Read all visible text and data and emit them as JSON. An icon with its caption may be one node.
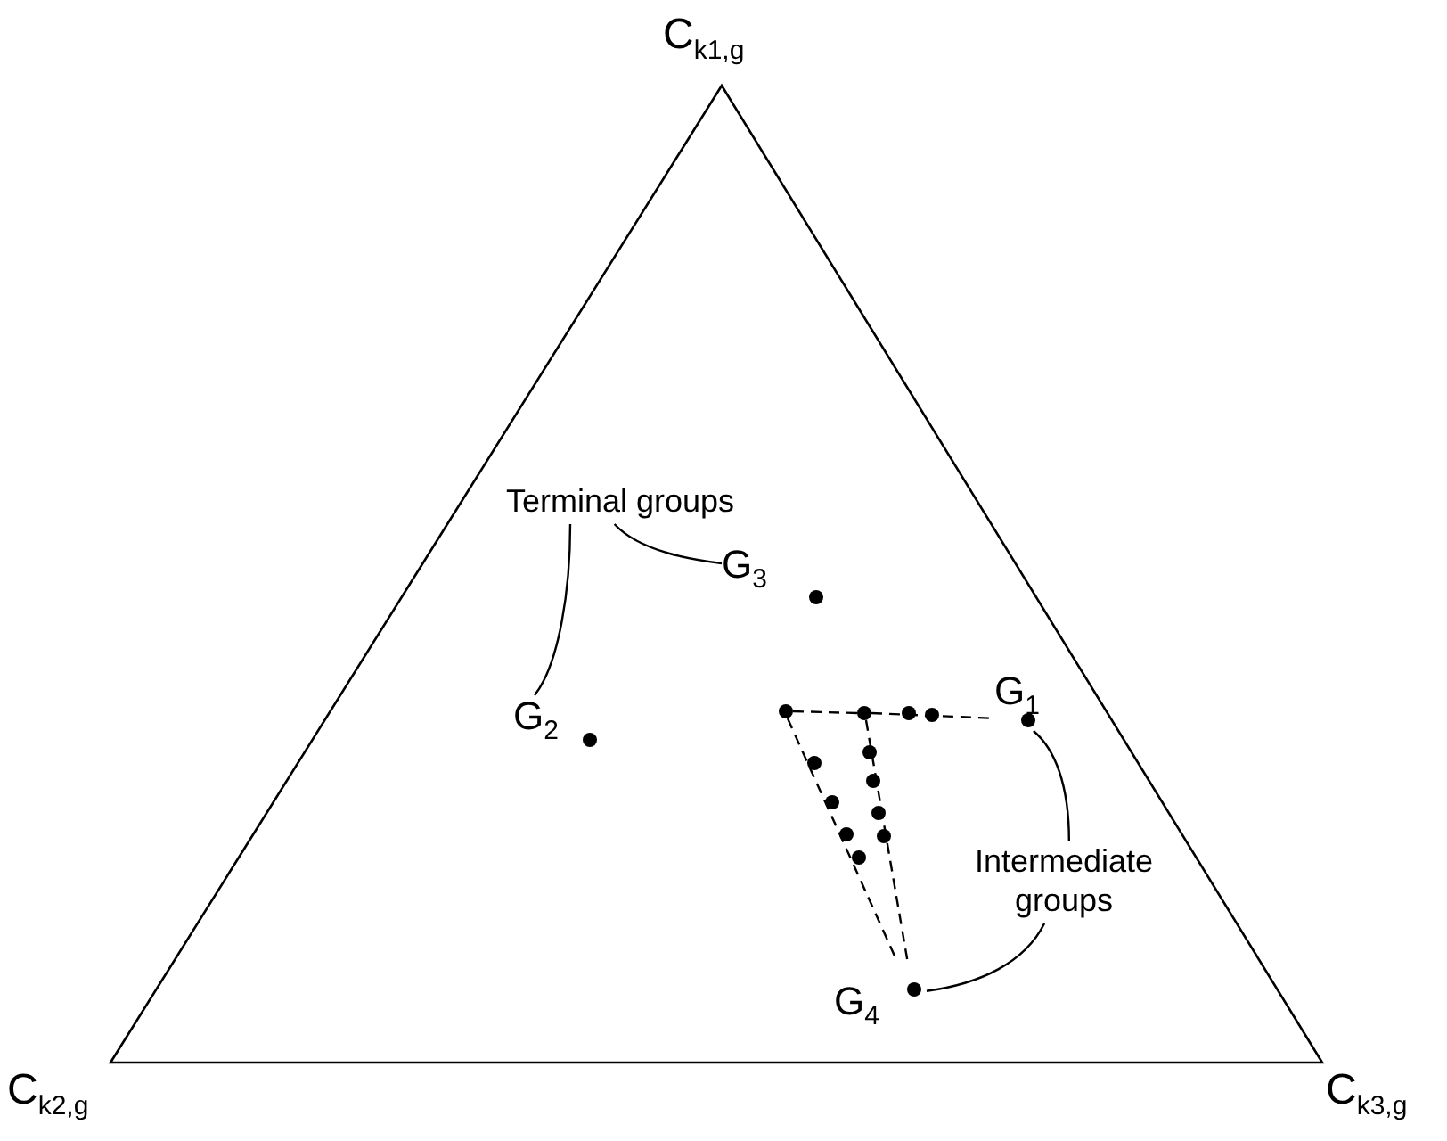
{
  "diagram": {
    "nodes": [
      {
        "text": [
          "Terminal groups"
        ]
      },
      {
        "text": [
          "G$_{3}$"
        ]
      },
      {
        "text": [
          "G$_{2}$"
        ]
      },
      {
        "text": [
          "G$_{1}$"
        ]
      },
      {
        "text": [
          "Intermediate groups"
        ]
      },
      {
        "text": [
          "G$_{4}$"
        ]
      },
      {
        "text": [],
        "shape": "circle"
      },
      {
        "text": [],
        "shape": "circle"
      }
    ],
    "edges": [
      {
        "from": 0,
        "to": 1,
        "arrow": "none"
      },
      {
        "from": 0,
        "to": 2,
        "arrow": "none"
      },
      {
        "from": 4,
        "to": 3,
        "arrow": "none"
      },
      {
        "from": 4,
        "to": 5,
        "arrow": "none"
      },
      {
        "from": 6,
        "to": 7,
        "arrow": "none",
        "style": "dashed"
      },
      {
        "from": 7,
        "to": 3,
        "arrow": "none",
        "style": "dashed"
      },
      {
        "from": 6,
        "to": 5,
        "arrow": "none",
        "style": "dashed"
      },
      {
        "from": 7,
        "to": 5,
        "arrow": "none",
        "style": "dashed"
      }
    ],
    "labels": [
      "C$_{k1,g}$",
      "C$_{k2,g}$",
      "C$_{k3,g}$"
    ]
  }
}
